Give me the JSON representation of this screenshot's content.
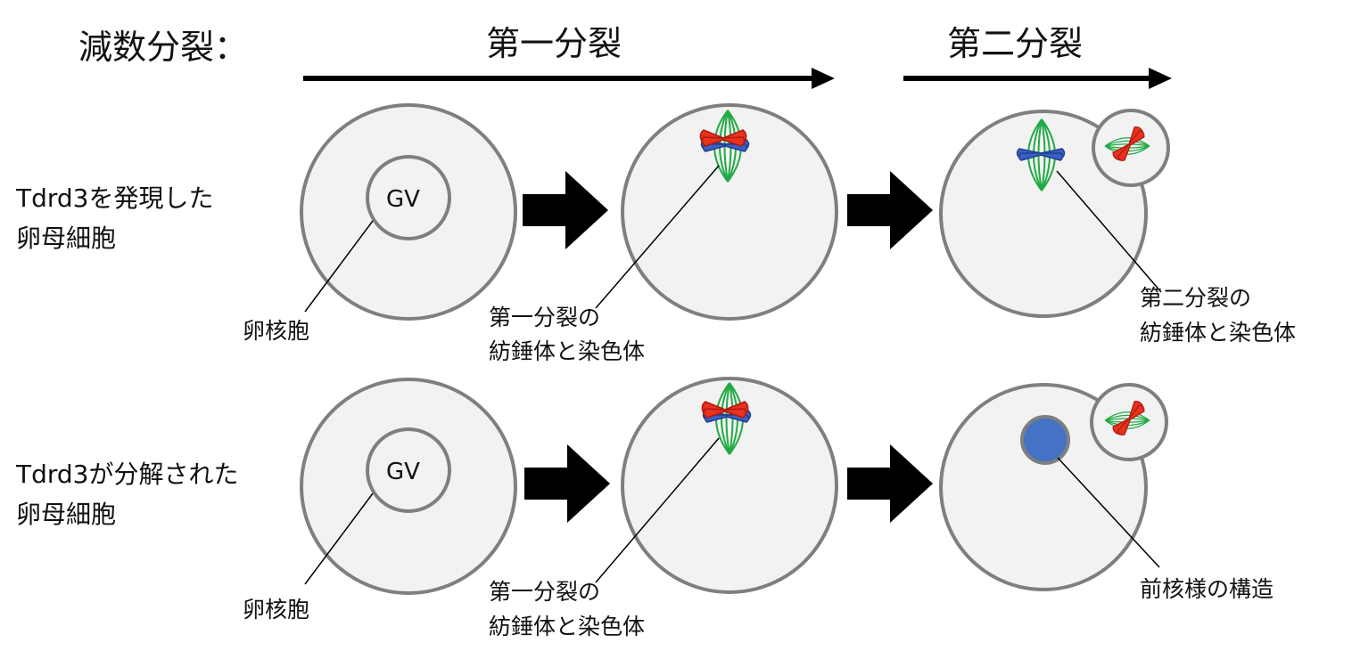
{
  "header": {
    "title": "減数分裂：",
    "phase1": "第一分裂",
    "phase2": "第二分裂"
  },
  "rows": [
    {
      "label_lines": [
        "Tdrd3を発現した",
        "卵母細胞"
      ],
      "gv_text": "GV",
      "gv_label": "卵核胞",
      "spindle1_label_lines": [
        "第一分裂の",
        "紡錘体と染色体"
      ],
      "stage3_label_lines": [
        "第二分裂の",
        "紡錘体と染色体"
      ]
    },
    {
      "label_lines": [
        "Tdrd3が分解された",
        "卵母細胞"
      ],
      "gv_text": "GV",
      "gv_label": "卵核胞",
      "spindle1_label_lines": [
        "第一分裂の",
        "紡錘体と染色体"
      ],
      "stage3_label_lines": [
        "前核様の構造"
      ]
    }
  ],
  "colors": {
    "cell_fill": "#f2f2f2",
    "cell_stroke": "#7f7f7f",
    "spindle": "#22aa44",
    "chromosome_red": "#e8321e",
    "chromosome_blue": "#3a5fc8",
    "pronucleus": "#4472c4",
    "arrow": "#000000"
  }
}
